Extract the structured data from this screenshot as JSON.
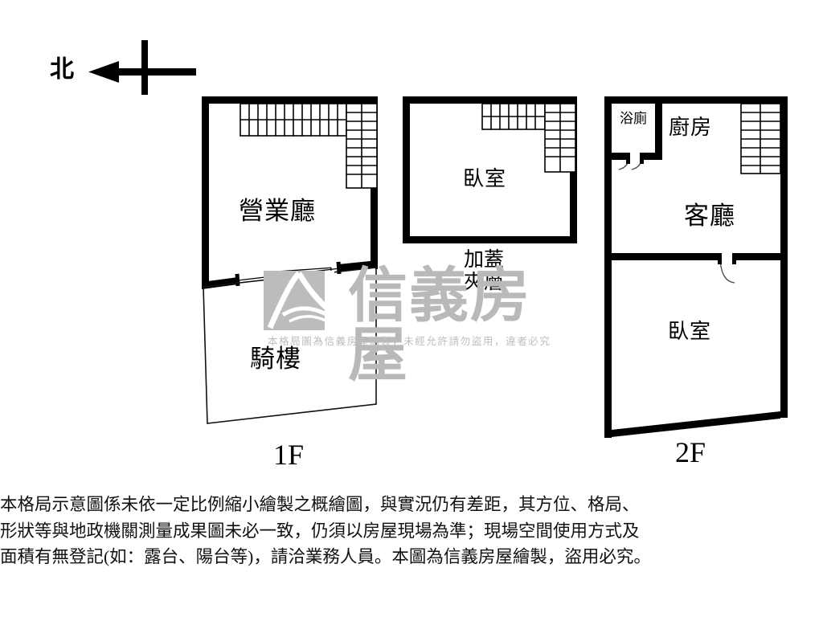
{
  "compass": {
    "label": "北",
    "direction": "left",
    "icon": "compass-north-arrow-icon"
  },
  "floors": [
    {
      "id": "floor-1f",
      "tag": "1F",
      "rooms": [
        {
          "name": "business-hall",
          "label": "營業廳"
        },
        {
          "name": "arcade",
          "label": "騎樓"
        }
      ],
      "features": [
        "l-shaped-staircase",
        "sliding-shopfront-door"
      ]
    },
    {
      "id": "floor-mezzanine",
      "tag": "",
      "caption_line1": "加蓋",
      "caption_line2": "夾層",
      "rooms": [
        {
          "name": "bedroom",
          "label": "臥室"
        }
      ],
      "features": [
        "l-shaped-staircase"
      ]
    },
    {
      "id": "floor-2f",
      "tag": "2F",
      "rooms": [
        {
          "name": "bathroom",
          "label": "浴廁"
        },
        {
          "name": "kitchen",
          "label": "廚房"
        },
        {
          "name": "living-room",
          "label": "客廳"
        },
        {
          "name": "bedroom",
          "label": "臥室"
        }
      ],
      "features": [
        "straight-staircase",
        "bathroom-door",
        "bedroom-door"
      ]
    }
  ],
  "watermark": {
    "brand": "信義房屋",
    "fineprint": "本格局圖為信義房屋繪製，未經允許請勿盜用，違者必究",
    "mark_color": "#b9b9b9"
  },
  "disclaimer": {
    "line1": "本格局示意圖係未依一定比例縮小繪製之概繪圖，與實況仍有差距，其方位、格局、",
    "line2": "形狀等與地政機關測量成果圖未必一致，仍須以房屋現場為準；現場空間使用方式及",
    "line3": "面積有無登記(如：露台、陽台等)，請洽業務人員。本圖為信義房屋繪製，盜用必究。"
  },
  "colors": {
    "wall": "#000000",
    "background": "#ffffff",
    "thin_wall": "#1a1a1a",
    "watermark": "#b9b9b9"
  }
}
